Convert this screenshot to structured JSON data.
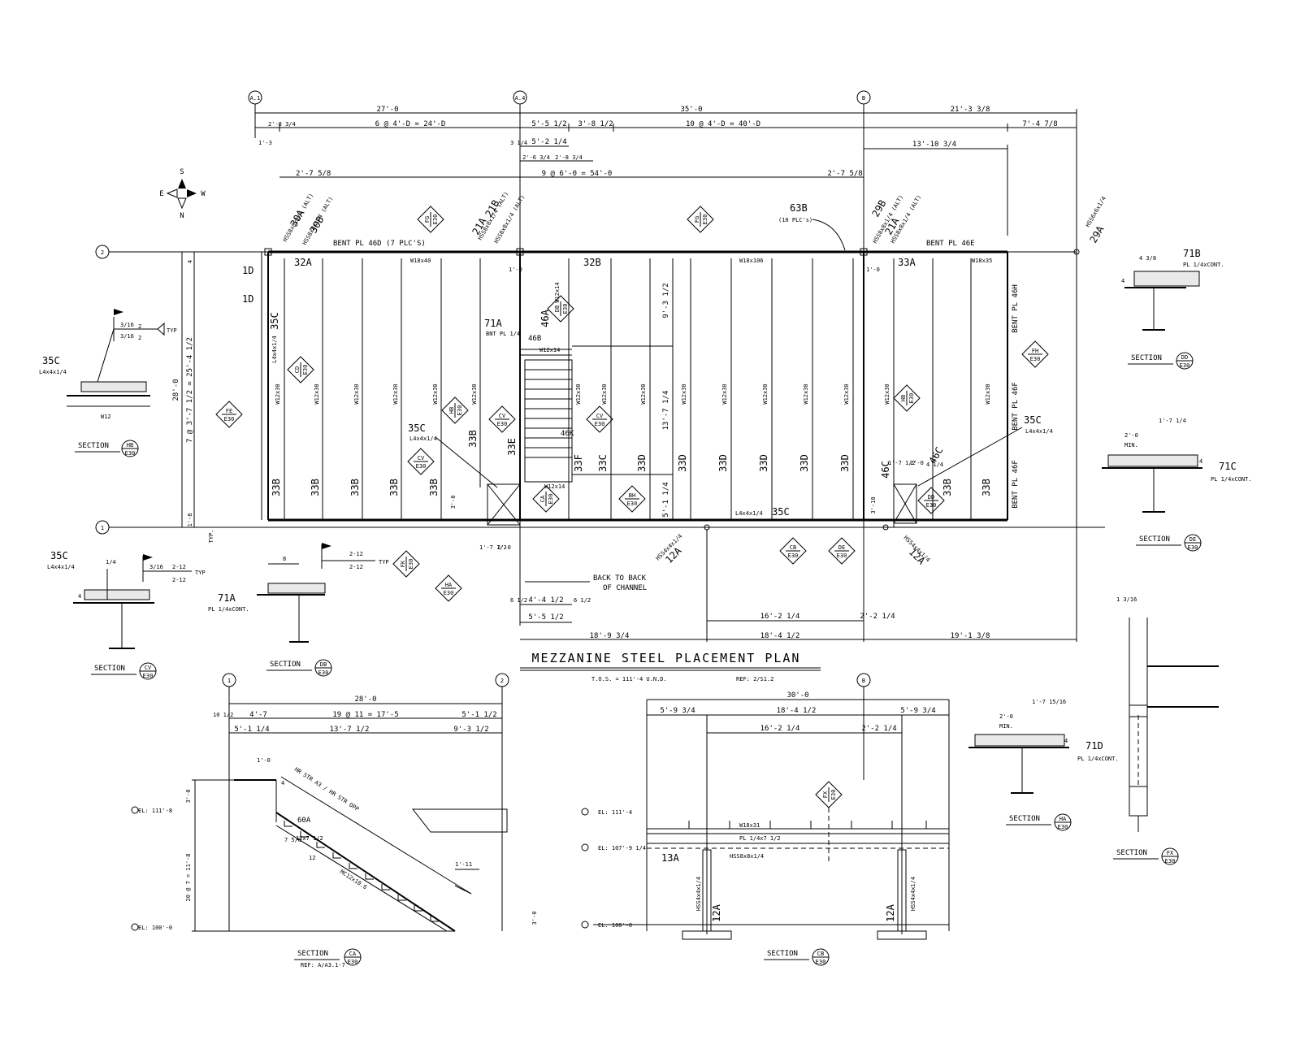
{
  "title": "MEZZANINE STEEL PLACEMENT PLAN",
  "title_notes": {
    "tos": "T.O.S. = 111'-4 U.N.D.",
    "ref": "REF: 2/S1.2"
  },
  "compass": {
    "n": "N",
    "s": "S",
    "e": "E",
    "w": "W"
  },
  "grid": {
    "a1": "A.1",
    "a4": "A.4",
    "b": "B",
    "r2": "2",
    "r1": "1"
  },
  "top_dims": {
    "d27": "27'-0",
    "d35": "35'-0",
    "d21": "21'-3 3/8",
    "d2_8": "2'-8 3/4",
    "d6at4": "6 @ 4'-D = 24'-D",
    "d5_5a": "5'-5 1/2",
    "d3_8": "3'-8 1/2",
    "d10at4": "10 @ 4'-D = 40'-D",
    "d7_4": "7'-4 7/8",
    "d1_3": "1'-3",
    "d3q": "3 1/4",
    "d5_2": "5'-2 1/4",
    "d13_10": "13'-10 3/4",
    "d2_6": "2'-6 3/4",
    "d2_8b": "2'-8 3/4",
    "d2_7a": "2'-7 5/8",
    "d9at6": "9 @ 6'-0 = 54'-0",
    "d2_7b": "2'-7 5/8"
  },
  "side_dims": {
    "d28": "28'-0",
    "d7at3": "7 @ 3'-7 1/2 = 25'-4 1/2",
    "d4": "4",
    "d1_8": "1'-8",
    "typ": "TYP."
  },
  "plan_labels": {
    "bent46d": "BENT PL 46D (7 PLC'S)",
    "bent46e": "BENT PL 46E",
    "bent46h": "BENT PL 46H",
    "bent46f1": "BENT PL 46F",
    "bent46f2": "BENT PL 46F",
    "m32a1": "32A",
    "m32b": "32B",
    "m33a": "33A",
    "w18x40": "W18x40",
    "w18x106": "W18x106",
    "w18x35": "W18x35",
    "m1d1": "1D",
    "m1d2": "1D",
    "m35c_v": "35C",
    "l4_v": "L4x4x1/4",
    "m30a": "30A",
    "m30b": "30B",
    "hss_30": "HSS8x8x1/4 (ALT)",
    "hss_30b": "HSS8x8x1/4 (ALT)",
    "m21a1": "21A",
    "m21b": "21B",
    "hss_21": "HSS8x8x1/4 (ALT)",
    "hss_21b": "HSS8x8x1/4 (ALT)",
    "m21a2": "21A",
    "m29b": "29B",
    "hss_29": "HSS8x8x1/4 (ALT)",
    "hss_29b": "HSS8x8x1/4 (ALT)",
    "m29a": "29A",
    "hss_29a": "HSS6x6x1/4",
    "m63b": "63B",
    "plc10": "(10 PLC's)",
    "m71a": "71A",
    "bnt": "BNT PL 1/4",
    "m46a": "46A",
    "m46b": "46B",
    "w12x14a": "W12x14",
    "w12x14b": "W12x14",
    "w12x14c": "W12x14",
    "d9_3": "9'-3 1/2",
    "d13_7": "13'-7 1/4",
    "d5_1": "5'-1 1/4",
    "d1_0": "1'-0",
    "d1_0b": "1'-0",
    "m35c_a": "35C",
    "l4_a": "L4x4x1/4",
    "m46k": "46K",
    "m35c_b": "35C",
    "l4_b": "L4x4x1/4",
    "m35c_c": "35C",
    "l4_c": "L4x4x1/4",
    "m33b1": "33B",
    "m33b2": "33B",
    "m33b3": "33B",
    "m33b4": "33B",
    "m33b5": "33B",
    "m33b6": "33B",
    "m33b7": "33B",
    "m33b8": "33B",
    "m33e": "33E",
    "m33f": "33F",
    "m33c": "33C",
    "m33d1": "33D",
    "m33d2": "33D",
    "m33d3": "33D",
    "m33d4": "33D",
    "m33d5": "33D",
    "m33d6": "33D",
    "m46c1": "46C",
    "m46c2": "46C",
    "w12x30": "W12x30",
    "d3_8b": "3'-8",
    "d3_10": "3'-10",
    "d1_7": "1'-7 1/2",
    "d2_0": "2'-0",
    "d4q": "4 1/4",
    "hss_12a": "HSS4x4x1/4",
    "m12a1": "12A",
    "hss_12b": "HSS4x4x1/4",
    "m12a2": "12A",
    "back": "BACK TO BACK",
    "channel": "OF CHANNEL",
    "d1_7b": "1'-7 1/2",
    "d2_0b": "2'-0",
    "d4_4": "4'-4 1/2",
    "d5_5b": "5'-5 1/2",
    "d6a": "6 1/2",
    "d6b": "6 1/2",
    "d18_9": "18'-9 3/4",
    "d16_2": "16'-2 1/4",
    "d18_4": "18'-4 1/2",
    "d2_2": "2'-2 1/4",
    "d19_1": "19'-1 3/8"
  },
  "tags": [
    {
      "top": "FE",
      "bot": "E30"
    },
    {
      "top": "CD",
      "bot": "E30"
    },
    {
      "top": "FG",
      "bot": "E30"
    },
    {
      "top": "FG",
      "bot": "E30"
    },
    {
      "top": "DB",
      "bot": "E30"
    },
    {
      "top": "HB",
      "bot": "E30"
    },
    {
      "top": "CV",
      "bot": "E30"
    },
    {
      "top": "CV",
      "bot": "E30"
    },
    {
      "top": "CV",
      "bot": "E30"
    },
    {
      "top": "CA",
      "bot": "E30"
    },
    {
      "top": "BH",
      "bot": "E30"
    },
    {
      "top": "HB",
      "bot": "E30"
    },
    {
      "top": "DD",
      "bot": "E30"
    },
    {
      "top": "FH",
      "bot": "E30"
    },
    {
      "top": "HA",
      "bot": "E30"
    },
    {
      "top": "FK",
      "bot": "E30"
    },
    {
      "top": "DE",
      "bot": "E30"
    },
    {
      "top": "CB",
      "bot": "E30"
    },
    {
      "top": "FX",
      "bot": "E30"
    }
  ],
  "details": {
    "s35c": {
      "mark": "35C",
      "size": "L4x4x1/4",
      "weld1": "3/16",
      "weld2": "2",
      "weld3": "3/16",
      "weld4": "2",
      "typ": "TYP",
      "beam": "W12"
    },
    "s35c2": {
      "mark": "35C",
      "size": "L4x4x1/4",
      "w1": "2-12",
      "w2": "2-12",
      "w3": "3/16",
      "typ": "TYP",
      "four": "4",
      "quarter": "1/4"
    },
    "s71a": {
      "mark": "71A",
      "pl": "PL 1/4xCONT.",
      "eight": "8",
      "w1": "2-12",
      "w2": "2-12",
      "typ": "TYP"
    },
    "s71b": {
      "mark": "71B",
      "pl": "PL 1/4xCONT.",
      "dim": "4 3/8",
      "four": "4"
    },
    "s71c": {
      "mark": "71C",
      "pl": "PL 1/4xCONT.",
      "d1": "1'-7 1/4",
      "d2": "2'-0",
      "min": "MIN.",
      "four": "4"
    },
    "s71d": {
      "mark": "71D",
      "pl": "PL 1/4xCONT.",
      "d1": "1'-7 15/16",
      "d2": "2'-0",
      "min": "MIN.",
      "four": "4"
    },
    "sfx": {
      "dim": "1 3/16"
    }
  },
  "section_labels": {
    "hb": "SECTION",
    "cv": "SECTION",
    "db": "SECTION",
    "dd": "SECTION",
    "de": "SECTION",
    "ha": "SECTION",
    "fx": "SECTION",
    "ca": "SECTION",
    "cb": "SECTION"
  },
  "section_tags": {
    "hb": {
      "top": "HB",
      "bot": "E30"
    },
    "cv": {
      "top": "CV",
      "bot": "E30"
    },
    "db": {
      "top": "DB",
      "bot": "E30"
    },
    "dd": {
      "top": "DD",
      "bot": "E30"
    },
    "de": {
      "top": "DE",
      "bot": "E30"
    },
    "ha": {
      "top": "HA",
      "bot": "E30"
    },
    "fx": {
      "top": "FX",
      "bot": "E30"
    },
    "ca": {
      "top": "CA",
      "bot": "E30"
    },
    "cb": {
      "top": "CB",
      "bot": "E30"
    }
  },
  "stair_section": {
    "g1": "1",
    "g2": "2",
    "d28": "28'-0",
    "d10": "10 1/2",
    "d4_7": "4'-7",
    "d19": "19 @ 11 = 17'-5",
    "d5_1": "5'-1 1/2",
    "d5_1b": "5'-1 1/4",
    "d13_7": "13'-7 1/2",
    "d9_3": "9'-3 1/2",
    "d1_0": "1'-0",
    "d3_0": "3'-0",
    "d4": "4",
    "el111": "EL: 111'-8",
    "el100": "EL: 100'-0",
    "d20": "20 @ 7 = 11'-8",
    "d1_11": "1'-11",
    "d3_0b": "3'-0",
    "note": "HR STR A3 / HR STR OPP",
    "m60a": "60A",
    "mc": "MC12x10.6",
    "twelve": "12",
    "s7": "7 5/8",
    "ref": "REF: A/A3.1-7",
    "z": "12x7 1/2"
  },
  "cb_section": {
    "gb": "B",
    "d30": "30'-0",
    "d5_9a": "5'-9 3/4",
    "d18_4": "18'-4 1/2",
    "d5_9b": "5'-9 3/4",
    "d16_2": "16'-2 1/4",
    "d2_2": "2'-2 1/4",
    "el111": "EL: 111'-4",
    "el107": "EL: 107'-9 1/4",
    "el100": "EL: 100'-0",
    "w18x31": "W18x31",
    "pl": "PL 1/4x7 1/2",
    "hss8": "HSS8x8x1/4",
    "m13a": "13A",
    "hss4a": "HSS4x4x1/4",
    "m12a1": "12A",
    "m12a2": "12A",
    "hss4b": "HSS4x4x1/4"
  }
}
